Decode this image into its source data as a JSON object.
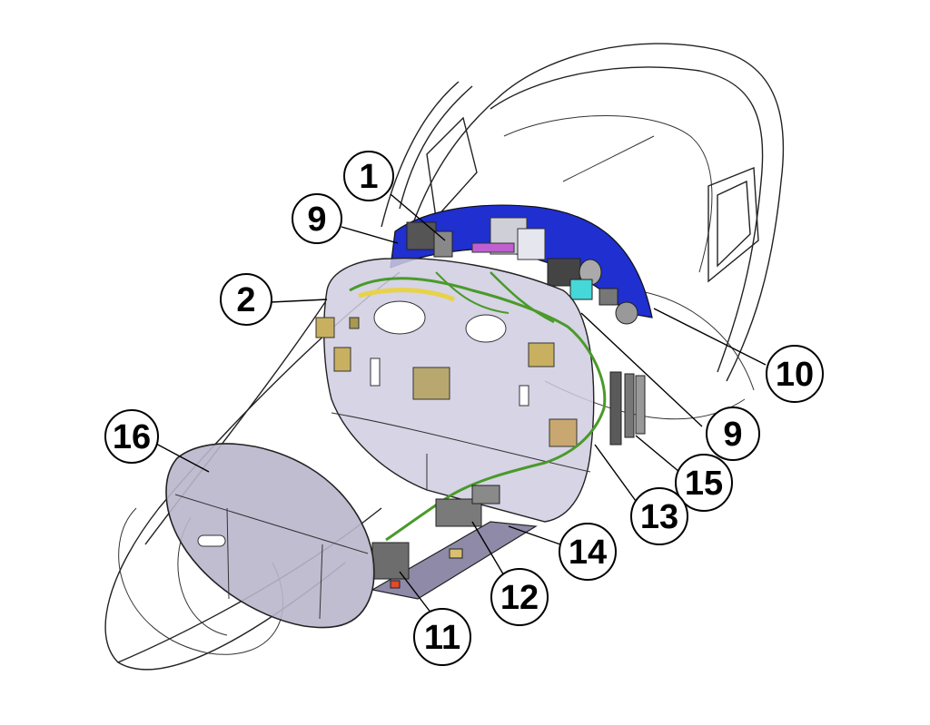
{
  "colors": {
    "background": "#ffffff",
    "line": "#222222",
    "panel_fill": "#cfcde0",
    "door_fill": "#b9b6cc",
    "dash_blue": "#1f2fd0",
    "harness_green": "#4a9a2a",
    "harness_yellow": "#e8d24a",
    "tray_fill": "#8f8aa8",
    "cyan_part": "#46d8d8"
  },
  "callouts": [
    {
      "id": "c1",
      "label": "1"
    },
    {
      "id": "c9a",
      "label": "9"
    },
    {
      "id": "c2",
      "label": "2"
    },
    {
      "id": "c10",
      "label": "10"
    },
    {
      "id": "c9b",
      "label": "9"
    },
    {
      "id": "c16",
      "label": "16"
    },
    {
      "id": "c15",
      "label": "15"
    },
    {
      "id": "c13",
      "label": "13"
    },
    {
      "id": "c14",
      "label": "14"
    },
    {
      "id": "c12",
      "label": "12"
    },
    {
      "id": "c11",
      "label": "11"
    }
  ]
}
